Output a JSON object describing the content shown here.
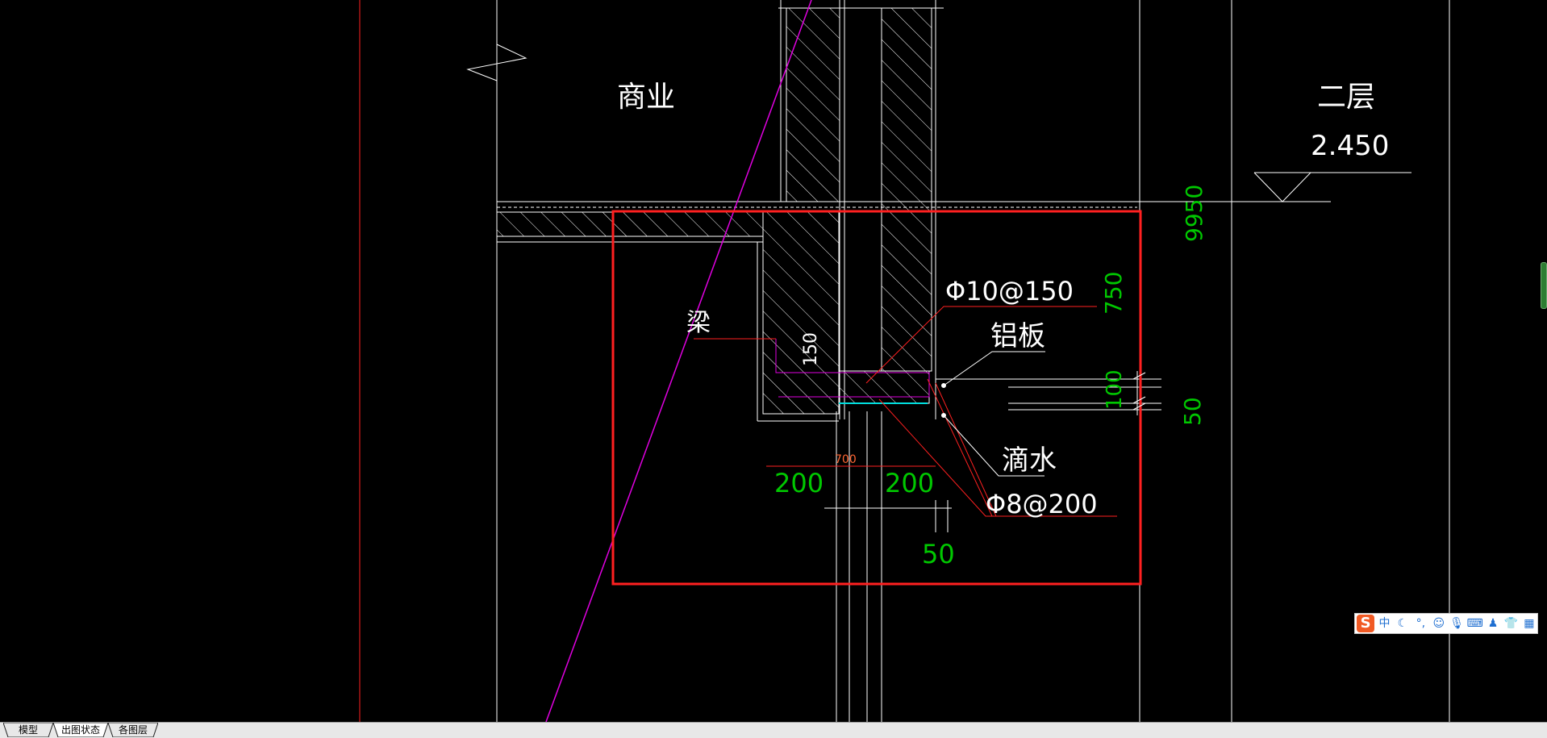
{
  "drawing": {
    "labels": {
      "commercial": "商业",
      "second_floor": "二层",
      "elevation": "2.450",
      "beam": "梁",
      "rebar_top": "Φ10@150",
      "aluminum_plate": "铝板",
      "drip": "滴水",
      "rebar_bottom": "Φ8@200",
      "small_dim_700": "700",
      "dim_150": "150"
    },
    "dimensions": {
      "d9950": "9950",
      "d750": "750",
      "d100": "100",
      "d50_right": "50",
      "d200_left": "200",
      "d200_right": "200",
      "d50_bottom": "50"
    }
  },
  "tabs": [
    {
      "label": "模型"
    },
    {
      "label": "出图状态"
    },
    {
      "label": "各图层"
    }
  ],
  "ime": {
    "logo": "S",
    "items": [
      "中",
      "☾",
      "°,",
      "☺",
      "🎙",
      "⌨",
      "♟",
      "👕",
      "▦"
    ]
  },
  "colors": {
    "background": "#000000",
    "line_white": "#ffffff",
    "highlight_red": "#ff2020",
    "dimension_green": "#00c800",
    "guide_magenta": "#e000e0",
    "cyan": "#00e0e0"
  }
}
